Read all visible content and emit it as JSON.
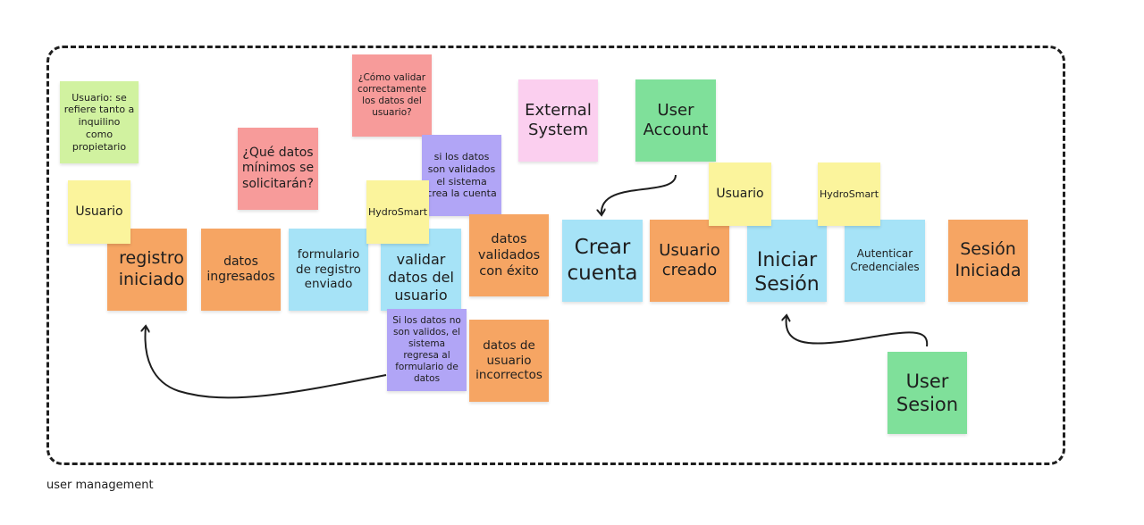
{
  "board": {
    "caption": "user management"
  },
  "notes": {
    "usuario_def": "Usuario: se refiere tanto a inquilino como propietario",
    "como_validar": "¿Cómo validar correctamente los datos del usuario?",
    "external_system": "External System",
    "user_account": "User Account",
    "que_datos": "¿Qué datos mínimos se solicitarán?",
    "si_validados": "si los datos son validados el sistema crea la cuenta",
    "usuario_1": "Usuario",
    "hydrosmart_1": "HydroSmart",
    "usuario_2": "Usuario",
    "hydrosmart_2": "HydroSmart",
    "registro_iniciado": "registro iniciado",
    "datos_ingresados": "datos ingresados",
    "formulario_enviado": "formulario de registro enviado",
    "validar_datos": "validar datos del usuario",
    "datos_validados": "datos validados con éxito",
    "crear_cuenta": "Crear cuenta",
    "usuario_creado": "Usuario creado",
    "iniciar_sesion": "Iniciar Sesión",
    "autenticar": "Autenticar Credenciales",
    "sesion_iniciada": "Sesión Iniciada",
    "no_validos": "Si los datos no son validos, el sistema regresa al formulario de datos",
    "datos_incorrectos": "datos de usuario incorrectos",
    "user_sesion": "User Sesion"
  },
  "colors": {
    "event": "#f6a563",
    "command": "#a6e3f7",
    "actor": "#fbf49c",
    "question": "#f79b9a",
    "policy": "#b1a5f6",
    "external": "#fbcfef",
    "read_model": "#7fe09a",
    "comment": "#d1f2a0"
  }
}
